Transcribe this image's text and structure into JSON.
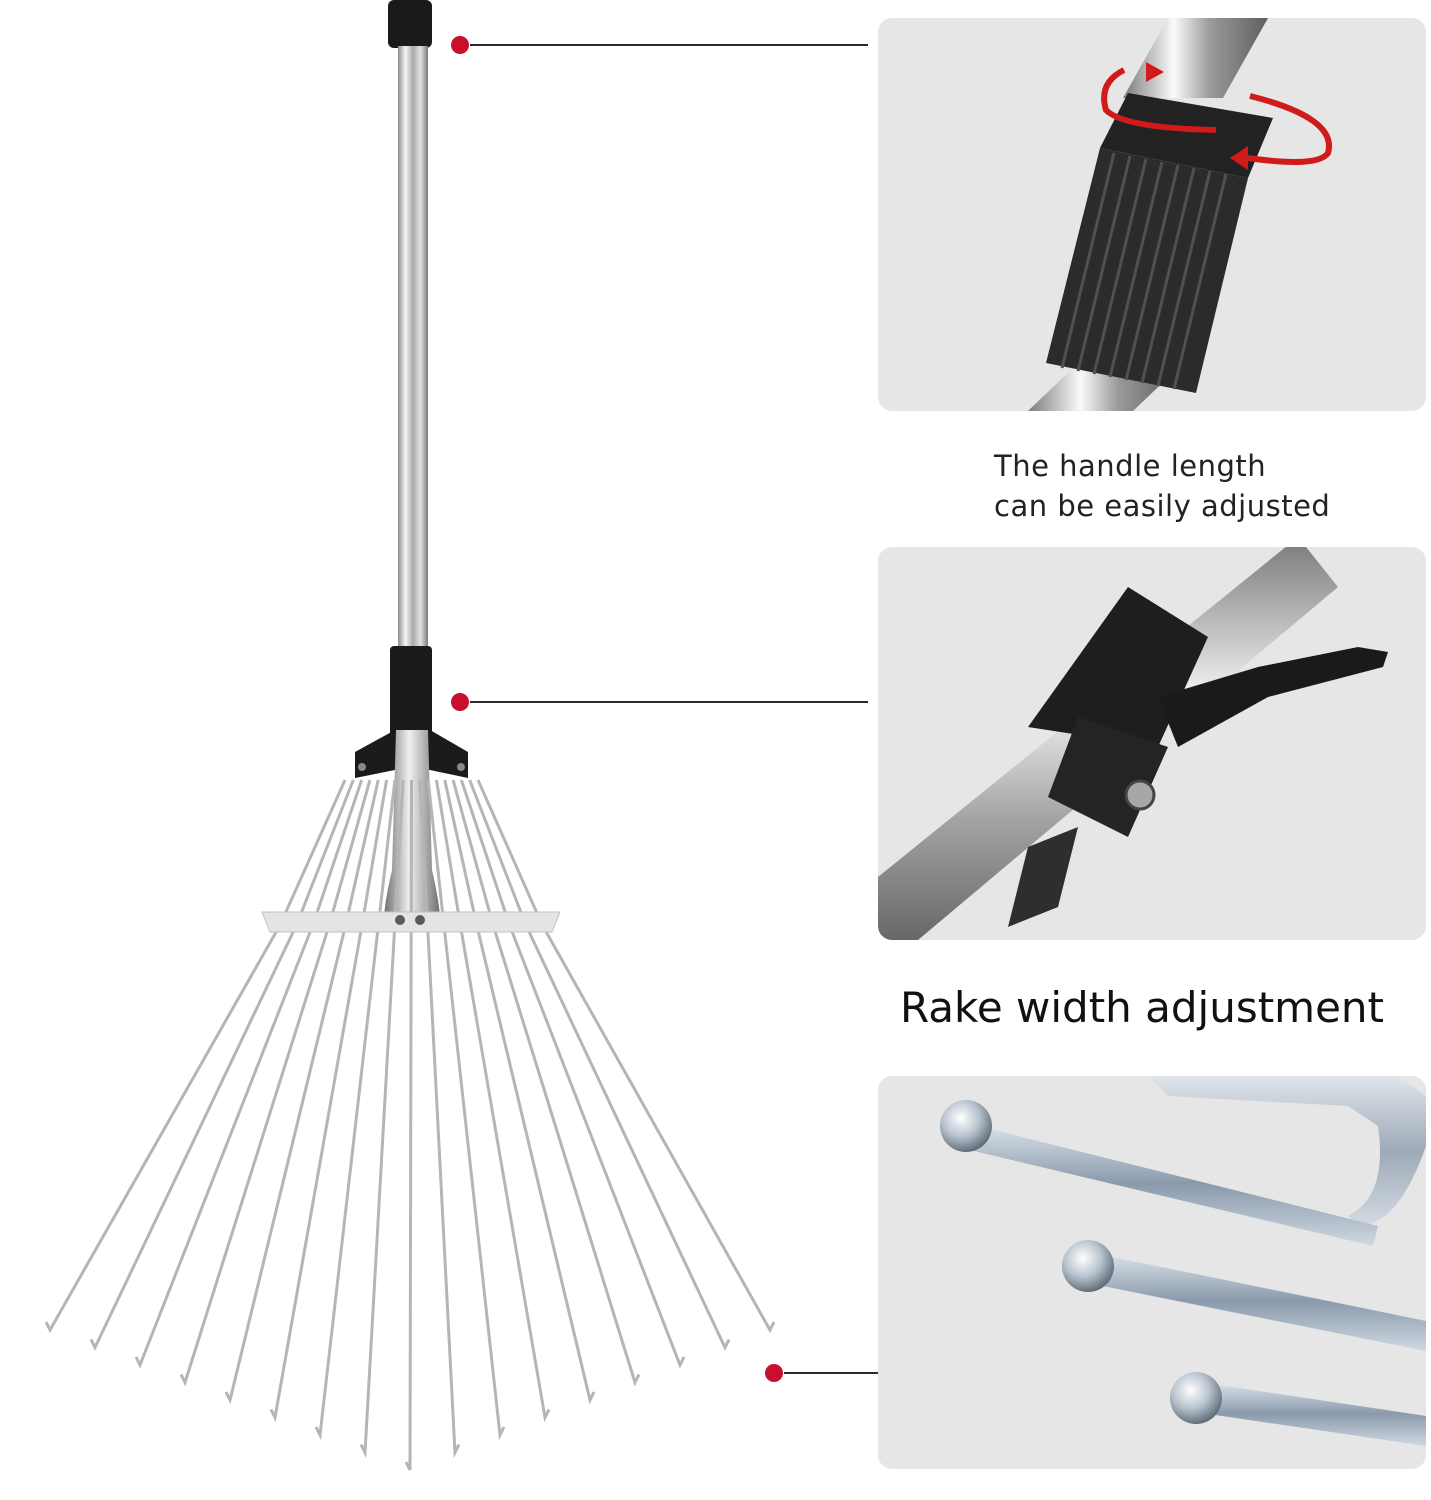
{
  "captions": {
    "handle_length": [
      "The handle length",
      "can be easily adjusted"
    ],
    "rake_width": "Rake width adjustment"
  },
  "colors": {
    "callout_dot": "#c8102e",
    "rotate_arrow": "#d11a1a",
    "panel_background": "#e6e6e6",
    "handle_grip": "#1a1a1a",
    "steel": "#c9c9c9"
  },
  "icons": {
    "callout_marker": "red-dot-icon",
    "rotation": "rotate-arrows-icon"
  }
}
